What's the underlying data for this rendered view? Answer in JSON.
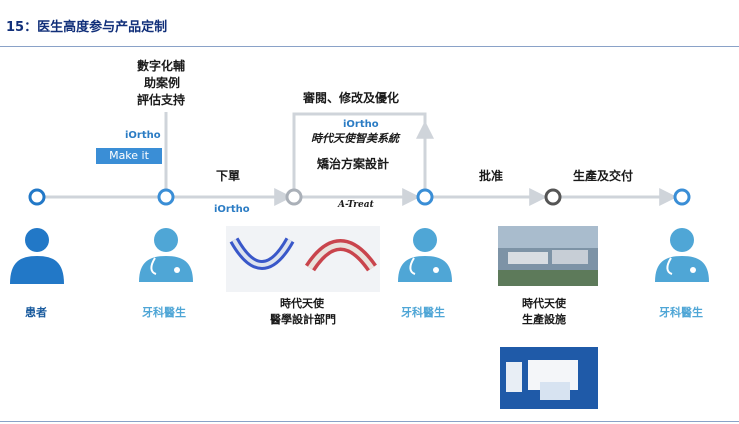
{
  "header": {
    "title": "15：医生高度参与产品定制"
  },
  "flow": {
    "digital_aid": [
      "數字化輔",
      "助案例",
      "評估支持"
    ],
    "iortho_logo": "iOrtho",
    "make_it": "Make it",
    "order_label": "下單",
    "review_label": "審閱、修改及優化",
    "system_label": "時代天使智美系統",
    "design_label": "矯治方案設計",
    "atreat_label": "A-Treat",
    "approve_label": "批准",
    "production_label": "生產及交付"
  },
  "nodes": {
    "patient": "患者",
    "dentist": "牙科醫生",
    "design_dept": [
      "時代天使",
      "醫學設計部門"
    ],
    "production_facility": [
      "時代天使",
      "生產設施"
    ]
  },
  "colors": {
    "line": "#cfd4da",
    "node_ring": "#3a8ed6",
    "dark_node": "#555555",
    "icon_blue": "#2278c7",
    "icon_light": "#4fa6d6"
  }
}
